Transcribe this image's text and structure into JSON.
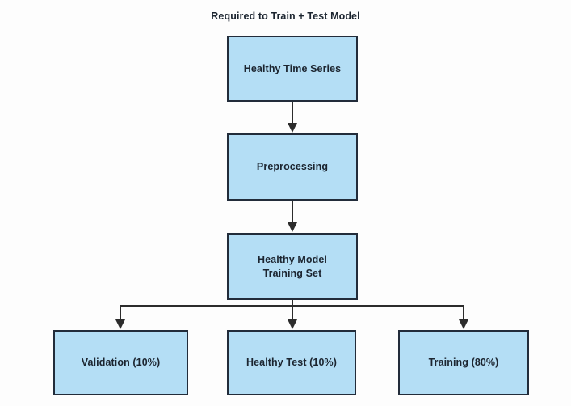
{
  "title": "Required to Train + Test Model",
  "diagram": {
    "type": "flowchart",
    "orientation": "top-down",
    "nodes": [
      {
        "id": "healthy-time-series",
        "label": "Healthy Time Series"
      },
      {
        "id": "preprocessing",
        "label": "Preprocessing"
      },
      {
        "id": "healthy-model-training-set",
        "label": "Healthy Model\nTraining Set"
      },
      {
        "id": "validation",
        "label": "Validation (10%)"
      },
      {
        "id": "healthy-test",
        "label": "Healthy Test (10%)"
      },
      {
        "id": "training",
        "label": "Training (80%)"
      }
    ],
    "edges": [
      {
        "from": "healthy-time-series",
        "to": "preprocessing"
      },
      {
        "from": "preprocessing",
        "to": "healthy-model-training-set"
      },
      {
        "from": "healthy-model-training-set",
        "to": "validation"
      },
      {
        "from": "healthy-model-training-set",
        "to": "healthy-test"
      },
      {
        "from": "healthy-model-training-set",
        "to": "training"
      }
    ]
  },
  "colors": {
    "node_fill": "#b4def5",
    "node_border": "#222c3a",
    "node_text": "#1c2530",
    "connector": "#2c2c2c",
    "background": "#fdfdfd"
  }
}
